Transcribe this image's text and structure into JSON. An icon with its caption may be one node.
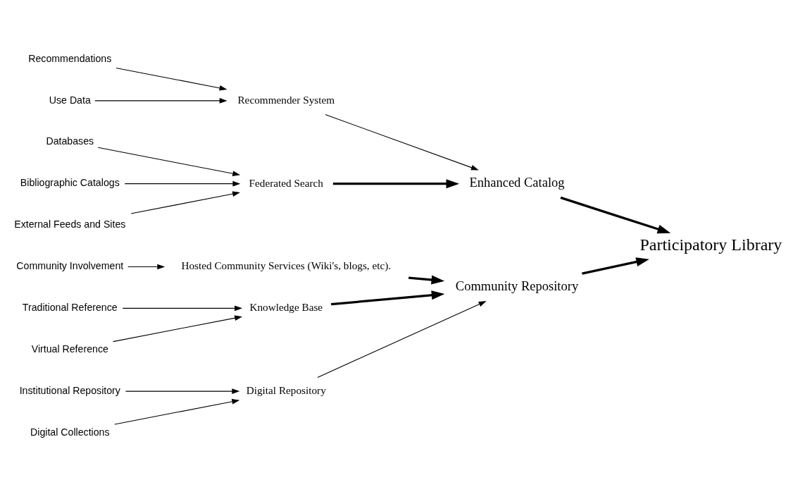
{
  "diagram": {
    "nodes": [
      {
        "text": [
          "Community Involvement"
        ]
      },
      {
        "text": [
          "Hosted Community Services (Wiki's, blogs, etc)."
        ]
      },
      {
        "text": [
          "Traditional Reference"
        ]
      },
      {
        "text": [
          "Virtual Reference"
        ]
      },
      {
        "text": [
          "Knowledge Base"
        ]
      },
      {
        "text": [
          "Institutional Repository"
        ]
      },
      {
        "text": [
          "Digital Repository"
        ]
      },
      {
        "text": [
          "Community Repository"
        ]
      },
      {
        "text": [
          "Participatory Library"
        ]
      },
      {
        "text": [
          "Digital Collections"
        ]
      },
      {
        "text": [
          "External Feeds and Sites"
        ]
      },
      {
        "text": [
          "Federated Search"
        ]
      },
      {
        "text": [
          "Enhanced Catalog"
        ]
      },
      {
        "text": [
          "Databases"
        ]
      },
      {
        "text": [
          "Bibliographic Catalogs"
        ]
      },
      {
        "text": [
          "Recommendations"
        ]
      },
      {
        "text": [
          "Recommender System"
        ]
      },
      {
        "text": [
          "Use Data"
        ]
      }
    ],
    "edges": [
      {
        "from": 0,
        "to": 1,
        "arrow": "to"
      },
      {
        "from": 2,
        "to": 4,
        "arrow": "to"
      },
      {
        "from": 3,
        "to": 4,
        "arrow": "to"
      },
      {
        "from": 1,
        "to": 7,
        "arrow": "to",
        "style": "thick"
      },
      {
        "from": 4,
        "to": 7,
        "arrow": "to",
        "style": "thick"
      },
      {
        "from": 5,
        "to": 6,
        "arrow": "to"
      },
      {
        "from": 9,
        "to": 6,
        "arrow": "to"
      },
      {
        "from": 6,
        "to": 7,
        "arrow": "to"
      },
      {
        "from": 7,
        "to": 8,
        "arrow": "to",
        "style": "thick"
      },
      {
        "from": 10,
        "to": 11,
        "arrow": "to"
      },
      {
        "from": 13,
        "to": 11,
        "arrow": "to"
      },
      {
        "from": 14,
        "to": 11,
        "arrow": "to"
      },
      {
        "from": 11,
        "to": 12,
        "arrow": "to",
        "style": "thick"
      },
      {
        "from": 15,
        "to": 16,
        "arrow": "to"
      },
      {
        "from": 17,
        "to": 16,
        "arrow": "to"
      },
      {
        "from": 16,
        "to": 12,
        "arrow": "to"
      },
      {
        "from": 12,
        "to": 8,
        "arrow": "to",
        "style": "thick"
      }
    ]
  }
}
